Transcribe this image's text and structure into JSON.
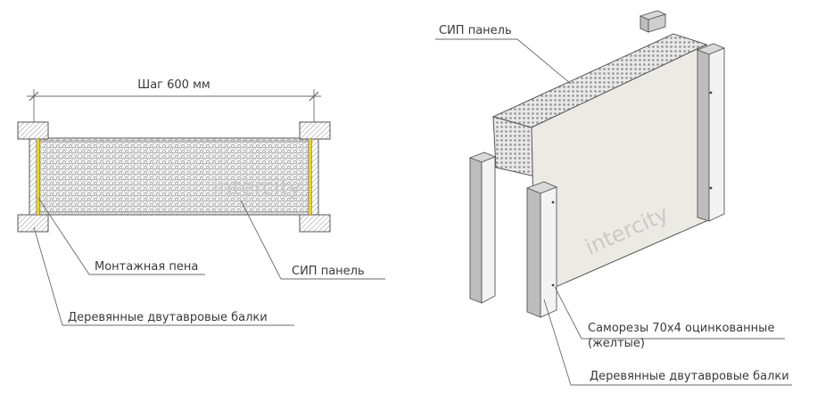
{
  "left_diagram": {
    "dimension_label": "Шаг 600 мм",
    "brand": "intercity",
    "callout_foam": "Монтажная пена",
    "callout_sip": "СИП панель",
    "callout_beams": "Деревянные двутавровые балки"
  },
  "right_diagram": {
    "callout_sip": "СИП панель",
    "brand": "intercity",
    "callout_screws_line1": "Саморезы 70х4 оцинкованные",
    "callout_screws_line2": "(желтые)",
    "callout_beams": "Деревянные двутавровые балки"
  },
  "colors": {
    "foam": "#e8d21a",
    "hatch": "#777777",
    "board_face": "#ecebe3",
    "core": "#f2f2f2"
  }
}
